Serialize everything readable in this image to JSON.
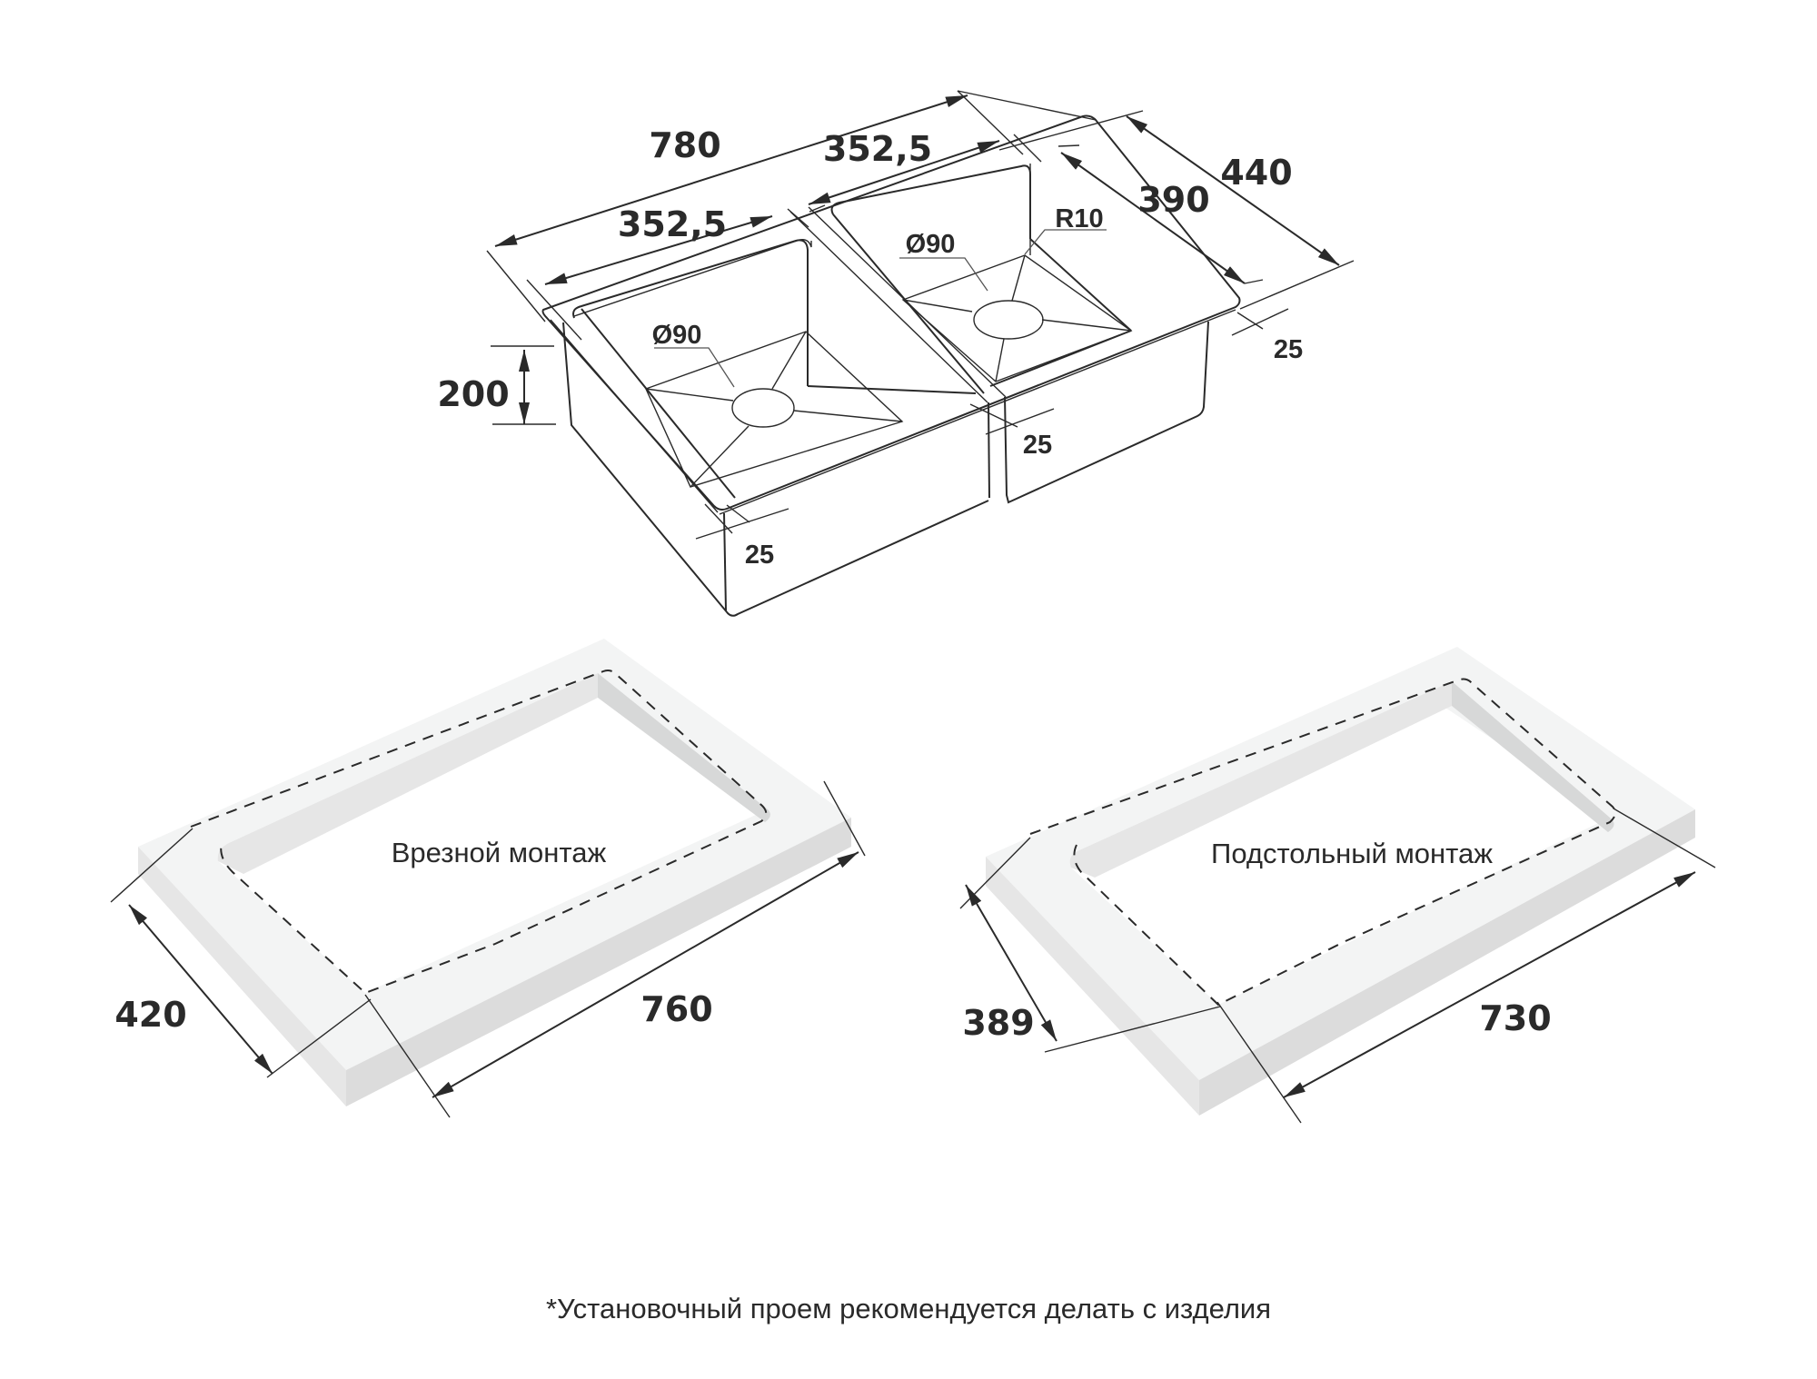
{
  "sink_drawing": {
    "dimensions": {
      "overall_length": "780",
      "bowl_length_left": "352,5",
      "bowl_length_right": "352,5",
      "overall_depth": "440",
      "bowl_depth": "390",
      "bowl_height": "200",
      "drain_diameter_left": "Ø90",
      "drain_diameter_right": "Ø90",
      "corner_radius": "R10",
      "rim_width_front": "25",
      "rim_width_middle": "25",
      "rim_width_right": "25"
    }
  },
  "installation": {
    "flush_mount": {
      "label": "Врезной монтаж",
      "width": "420",
      "length": "760"
    },
    "undermount": {
      "label": "Подстольный монтаж",
      "width": "389",
      "length": "730"
    }
  },
  "footer": {
    "note": "*Установочный проем рекомендуется делать с изделия"
  },
  "colors": {
    "line": "#2a2a2a",
    "countertop_top": "#f3f4f4",
    "countertop_side": "#e4e4e4",
    "countertop_front": "#dcdcdc",
    "cutout_wall": "#d7d8d8"
  }
}
